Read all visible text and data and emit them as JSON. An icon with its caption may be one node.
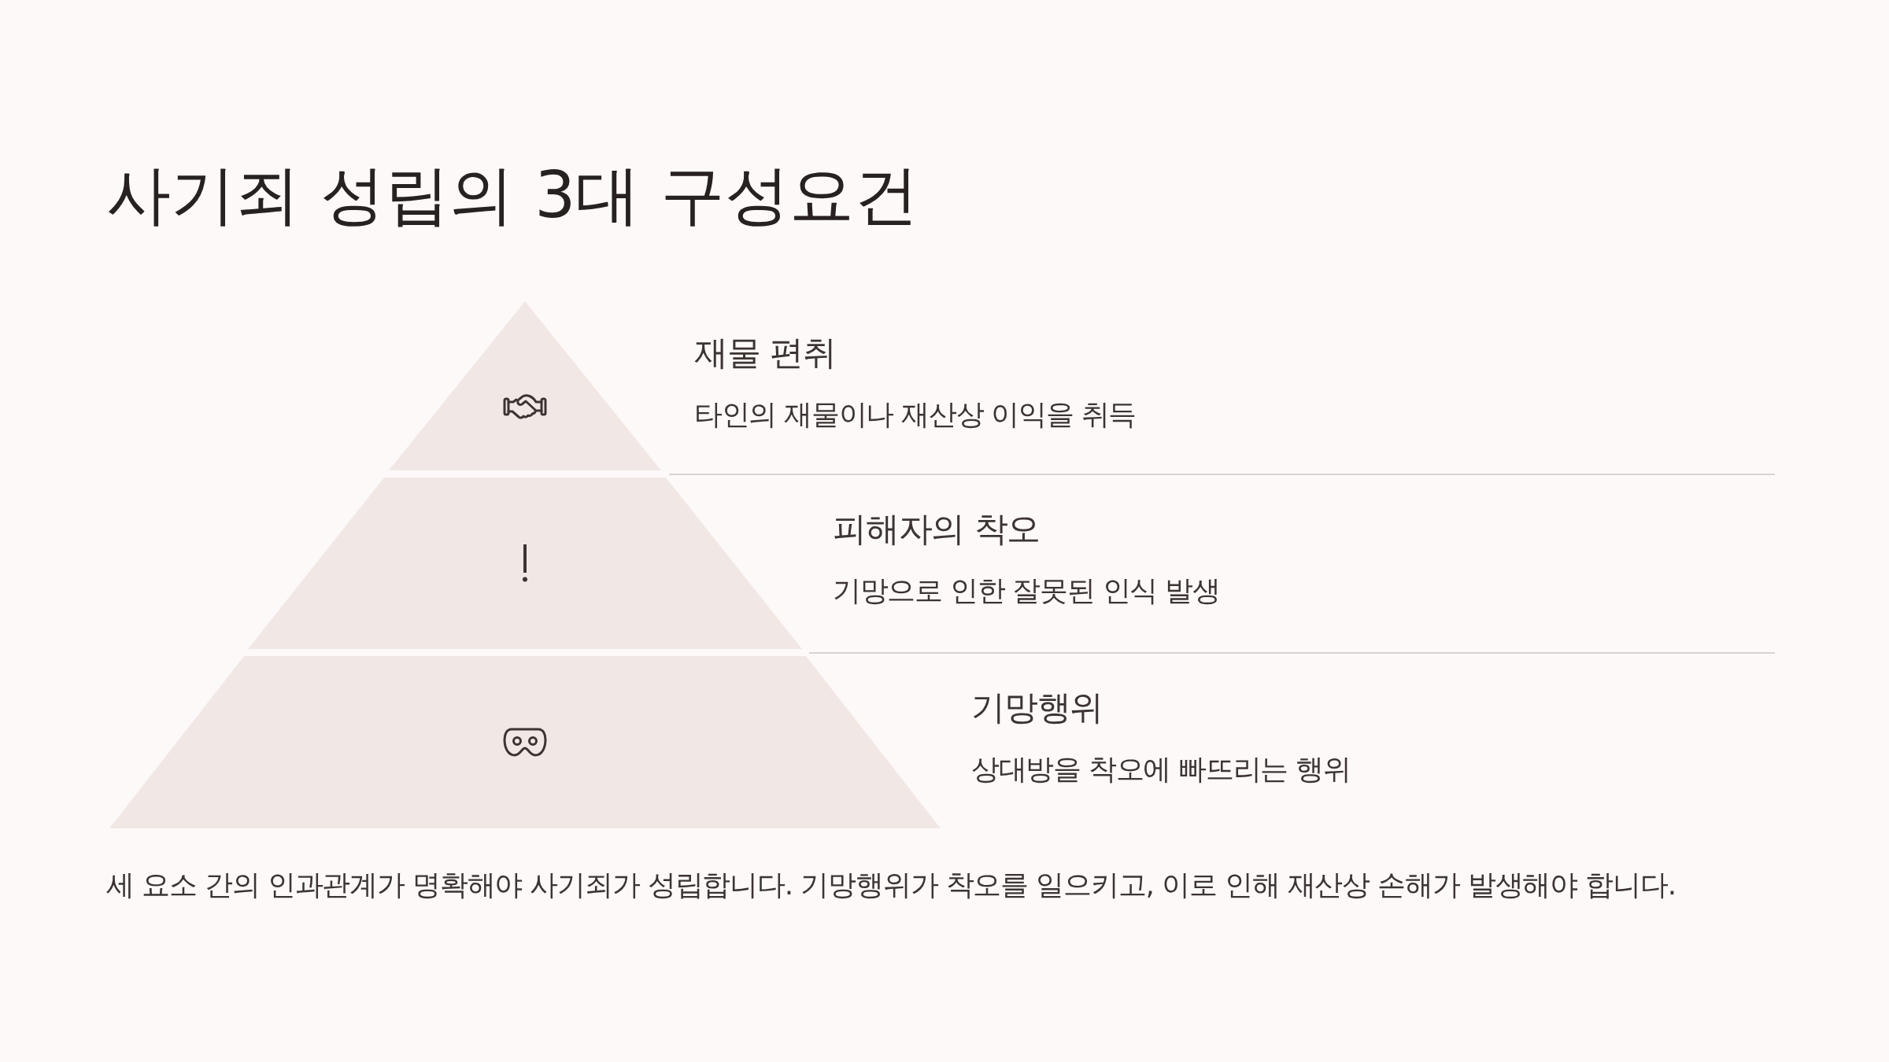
{
  "diagram": {
    "title": "사기죄 성립의 3대 구성요건",
    "nodes": [
      {
        "text": [
          "재물 편취",
          "타인의 재물이나 재산상 이익을 취득"
        ]
      },
      {
        "text": [
          "피해자의 착오",
          "기망으로 인한 잘못된 인식 발생"
        ]
      },
      {
        "text": [
          "기망행위",
          "상대방을 착오에 빠뜨리는 행위"
        ]
      }
    ],
    "caption": "세 요소 간의 인과관계가 명확해야 사기죄가 성립합니다. 기망행위가 착오를 일으키고, 이로 인해 재산상 손해가 발생해야 합니다."
  }
}
